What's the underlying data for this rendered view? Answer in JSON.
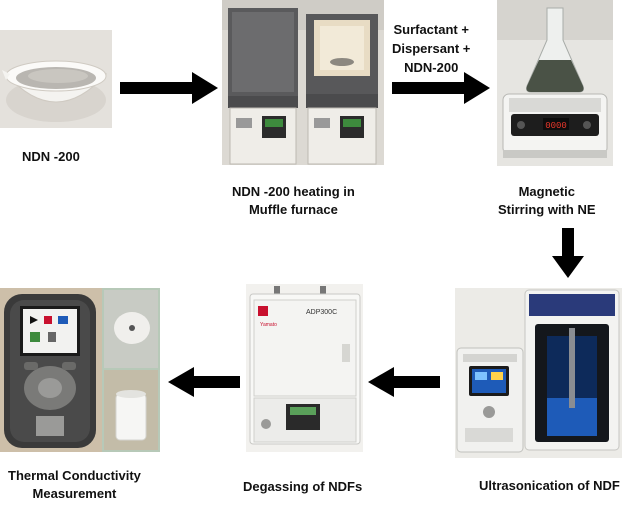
{
  "steps": {
    "ndn_powder": {
      "label": "NDN -200"
    },
    "muffle_heating": {
      "label_line1": "NDN -200 heating in",
      "label_line2": "Muffle furnace"
    },
    "additives": {
      "line1": "Surfactant +",
      "line2": "Dispersant +",
      "line3": "NDN-200"
    },
    "magnetic_stirring": {
      "label_line1": "Magnetic",
      "label_line2": "Stirring with NE"
    },
    "ultrasonication": {
      "label": "Ultrasonication of NDF"
    },
    "degassing": {
      "label": "Degassing of NDFs"
    },
    "thermal_conductivity": {
      "label_line1": "Thermal Conductivity",
      "label_line2": "Measurement"
    }
  },
  "device_text": {
    "oven_model": "ADP300C",
    "oven_brand": "Yamato",
    "stirrer_display": "0000"
  },
  "colors": {
    "arrow": "#000000",
    "text": "#111111",
    "oven_brand_red": "#c8102e",
    "sonicator_screen_blue": "#1e5bb8",
    "meter_body": "#3a3a3a"
  },
  "icons": [
    "arrow-right-icon",
    "arrow-down-icon",
    "arrow-left-icon"
  ]
}
